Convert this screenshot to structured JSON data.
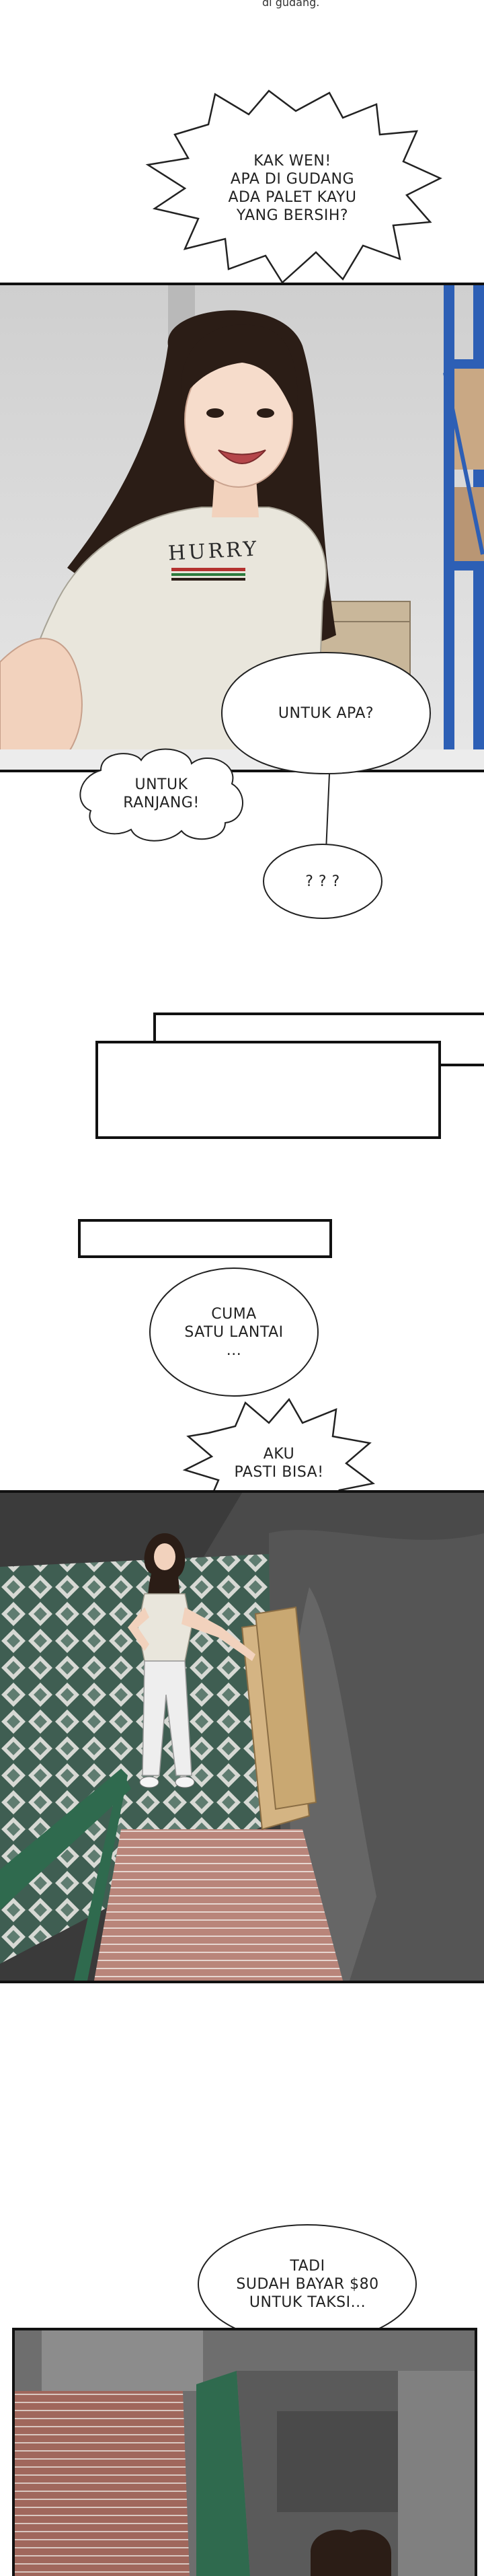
{
  "bubbles": {
    "top_cut": "di gudang.",
    "b1": "KAK WEN!\nAPA DI GUDANG\nADA PALET KAYU\nYANG BERSIH?",
    "b2": "UNTUK APA?",
    "b3": "UNTUK\nRANJANG!",
    "b4": "? ? ?",
    "b5": "CUMA\nSATU LANTAI\n...",
    "b6": "AKU\nPASTI BISA!",
    "b7": "TADI\nSUDAH BAYAR $80\nUNTUK TAKSI..."
  },
  "shirt_text": "HURRY",
  "colors": {
    "frame": "#111111",
    "shirt": "#e9e6dc",
    "hair": "#2b1d16",
    "shelf_blue": "#2d5fb5",
    "floor_tile_dark": "#3f5e52",
    "floor_tile_light": "#d7d9d4",
    "stair_red": "#b9857a",
    "rail_green": "#2f6a4e"
  }
}
